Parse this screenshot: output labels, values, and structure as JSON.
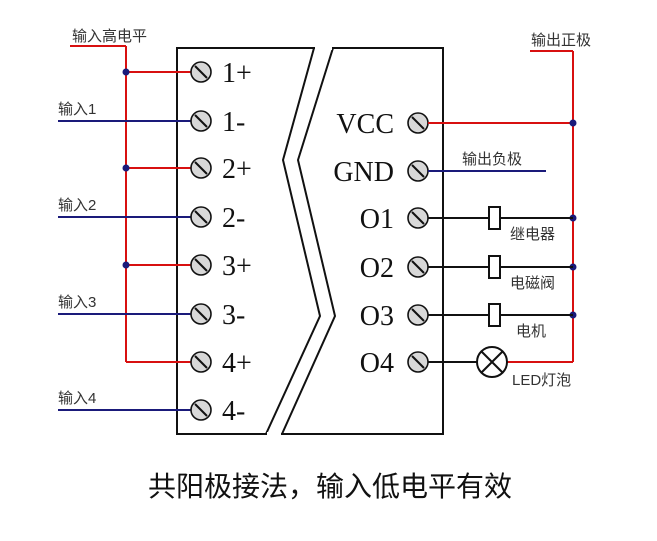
{
  "labels": {
    "input_high": "输入高电平",
    "input1": "输入1",
    "input2": "输入2",
    "input3": "输入3",
    "input4": "输入4",
    "output_positive": "输出正极",
    "output_negative": "输出负极",
    "relay": "继电器",
    "solenoid_valve": "电磁阀",
    "motor": "电机",
    "led_lamp": "LED灯泡"
  },
  "left_pins": [
    "1+",
    "1-",
    "2+",
    "2-",
    "3+",
    "3-",
    "4+",
    "4-"
  ],
  "right_pins": [
    "VCC",
    "GND",
    "O1",
    "O2",
    "O3",
    "O4"
  ],
  "caption": "共阳极接法，输入低电平有效",
  "colors": {
    "positive_wire": "#d81010",
    "negative_wire": "#1a1a7a",
    "outline": "#111111"
  }
}
